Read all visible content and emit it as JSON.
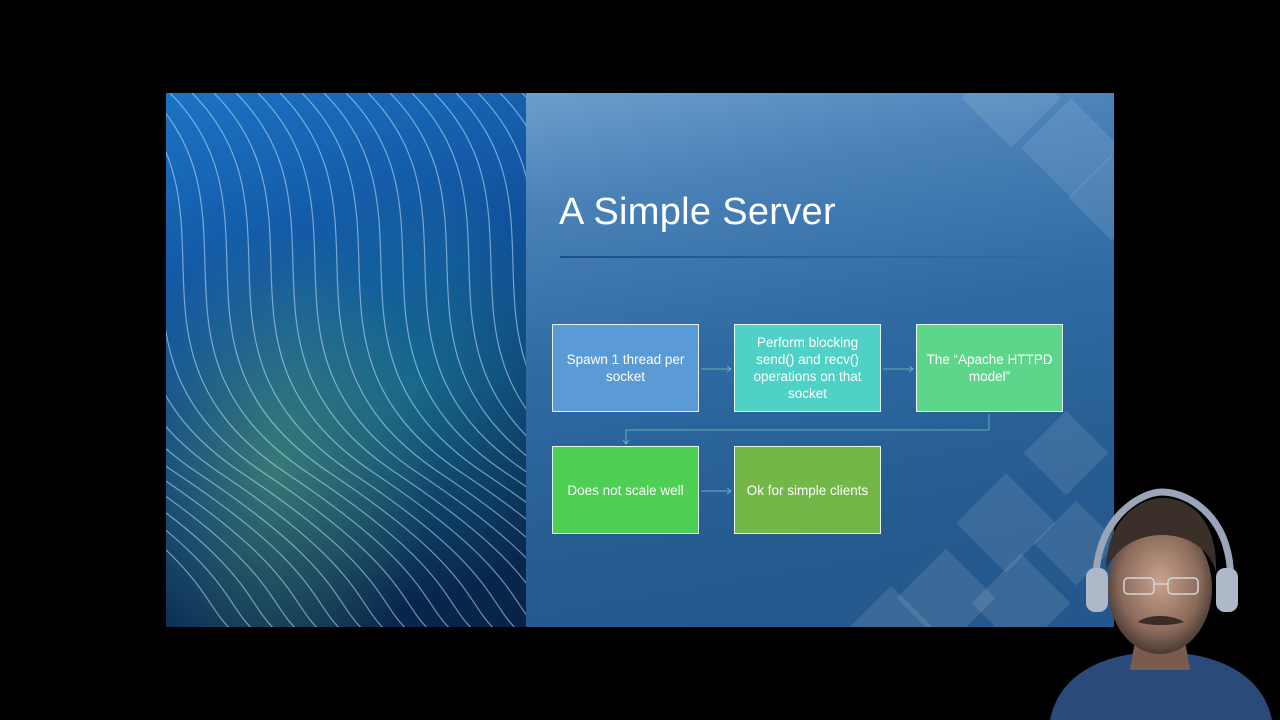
{
  "slide": {
    "title": "A Simple Server",
    "flow": [
      {
        "id": "step-1",
        "text": "Spawn 1 thread per socket",
        "color": "#5b9bd5"
      },
      {
        "id": "step-2",
        "text": "Perform blocking send() and recv() operations on that socket",
        "color": "#4fd1c5"
      },
      {
        "id": "step-3",
        "text": "The “Apache HTTPD model”",
        "color": "#5dd68b"
      },
      {
        "id": "step-4",
        "text": "Does not scale well",
        "color": "#4ccf52"
      },
      {
        "id": "step-5",
        "text": "Ok for simple clients",
        "color": "#74b749"
      }
    ],
    "accent_color": "#2f6aa3"
  },
  "webcam": {
    "icon": "presenter-webcam-icon"
  }
}
